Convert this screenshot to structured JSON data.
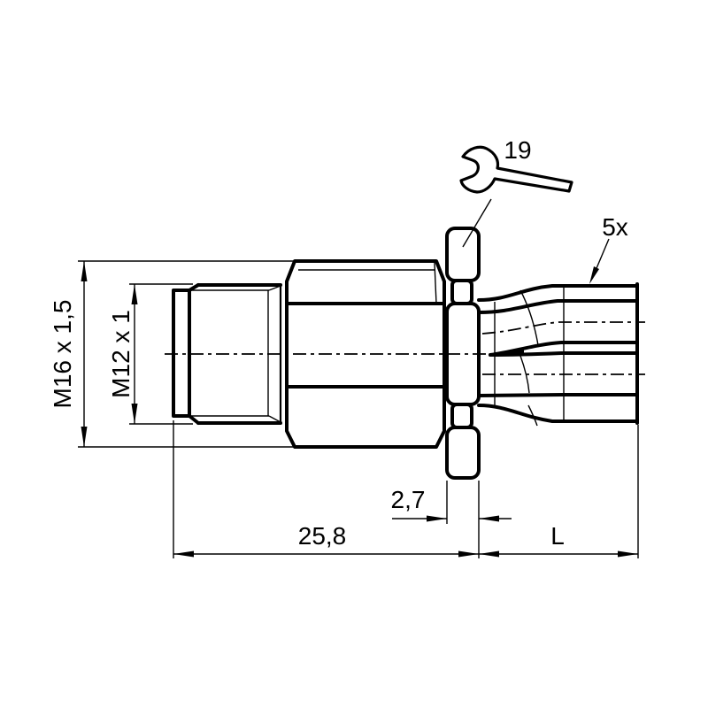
{
  "drawing": {
    "labels": {
      "thread_outer": "M16 x 1,5",
      "thread_inner": "M12 x 1",
      "wrench_size": "19",
      "wire_count": "5x",
      "flange_width": "2,7",
      "body_length": "25,8",
      "cable_length": "L"
    },
    "icons": {
      "wrench": "open-end-wrench-icon"
    },
    "colors": {
      "line": "#000000",
      "background": "#ffffff"
    }
  }
}
